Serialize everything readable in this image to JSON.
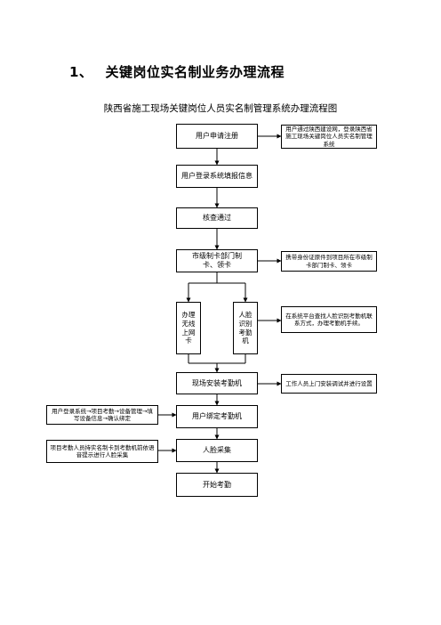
{
  "heading": {
    "number": "1、",
    "text": "关键岗位实名制业务办理流程"
  },
  "diagram": {
    "title": "陕西省施工现场关键岗位人员实名制管理系统办理流程图",
    "main_steps": [
      "用户申请注册",
      "用户登录系统填报信息",
      "核查通过",
      "市级制卡部门制卡、领卡",
      "现场安装考勤机",
      "用户绑定考勤机",
      "人脸采集",
      "开始考勤"
    ],
    "branches": {
      "left": "办理无线上网卡",
      "right": "人脸识别考勤机"
    },
    "notes": {
      "register": "用户通过陕西建设网，登录陕西省施工现场关键岗位人员实名制管理系统",
      "card": "携带身份证原件到项目所在市级制卡部门制卡、领卡",
      "face_device": "在系统平台查找人脸识别考勤机联系方式，办理考勤机手续。",
      "install": "工作人员上门安装调试并进行设置",
      "bind": "用户登录系统→项目考勤→设备管理→填写设备信息→确认绑定",
      "collect": "项目考勤人员持实名制卡到考勤机前依语音提示进行人脸采集"
    }
  }
}
